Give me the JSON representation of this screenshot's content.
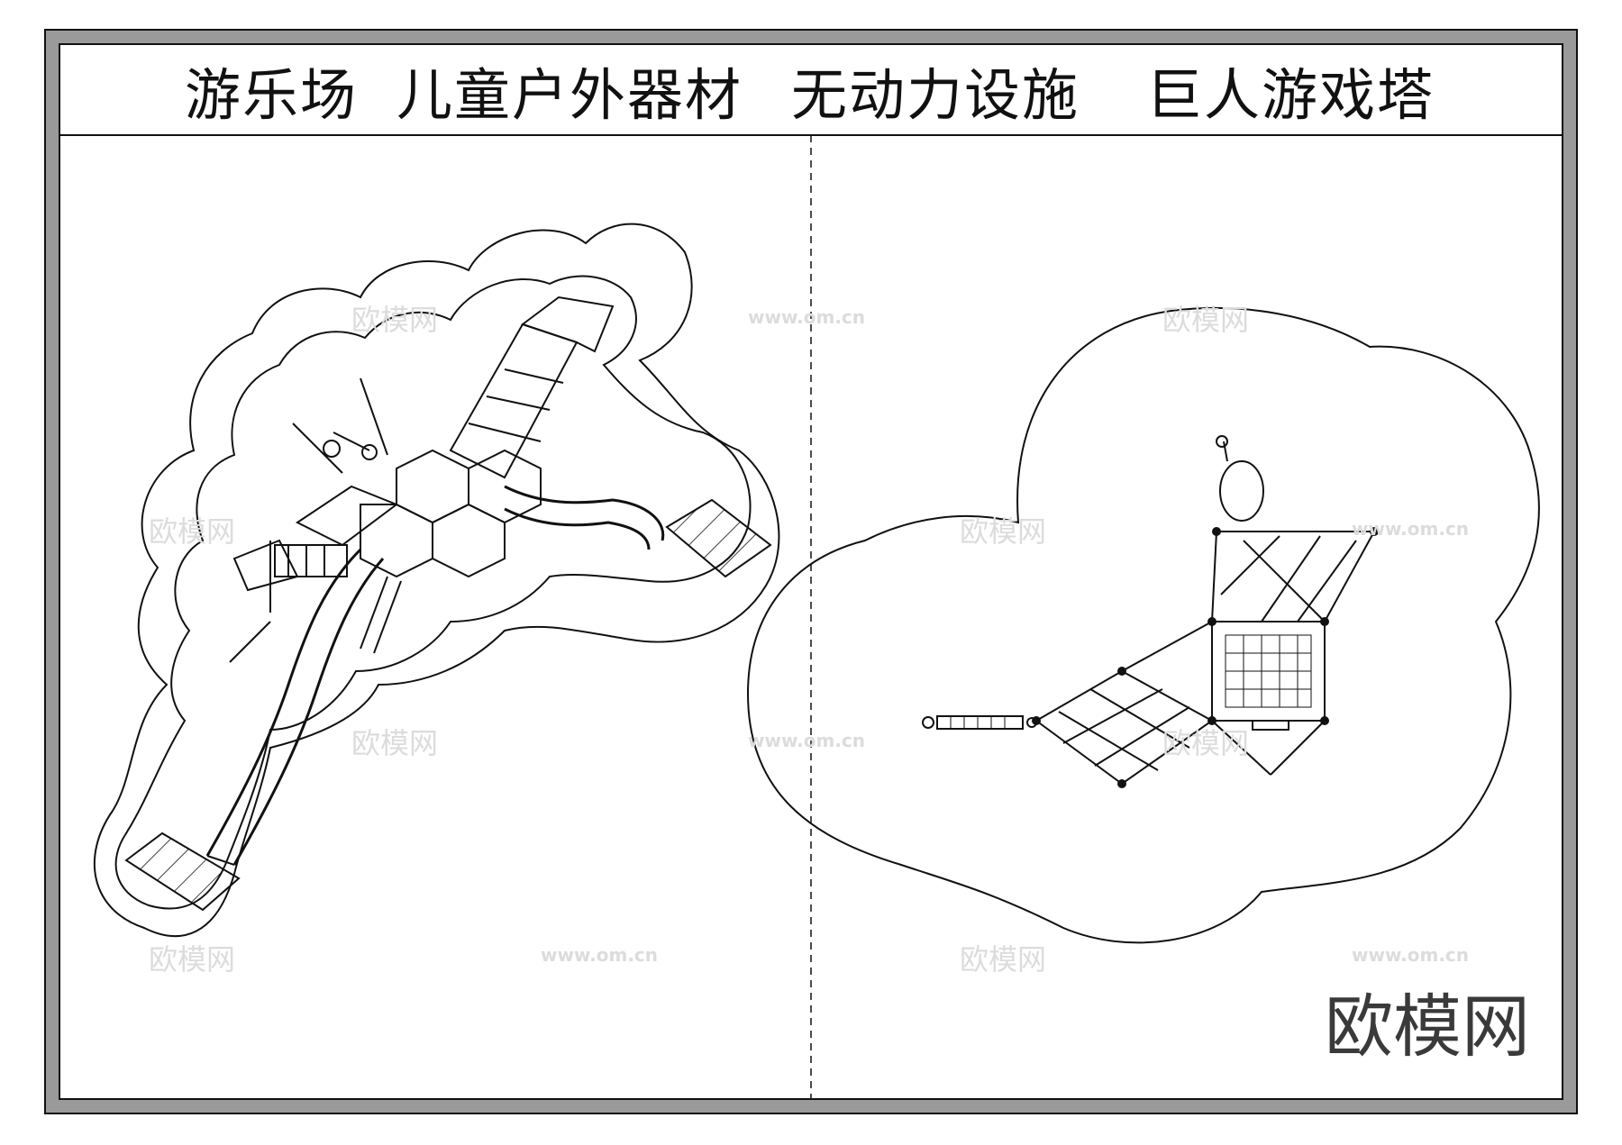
{
  "title": {
    "parts": [
      "游乐场",
      "儿童户外器材",
      "无动力设施",
      "巨人游戏塔"
    ]
  },
  "watermark": {
    "brand": "欧模网",
    "url": "www.om.cn"
  },
  "brand_stamp": "欧模网",
  "colors": {
    "line": "#111111",
    "frame_fill": "#9a9a9a",
    "watermark": "#dcdcdc"
  }
}
